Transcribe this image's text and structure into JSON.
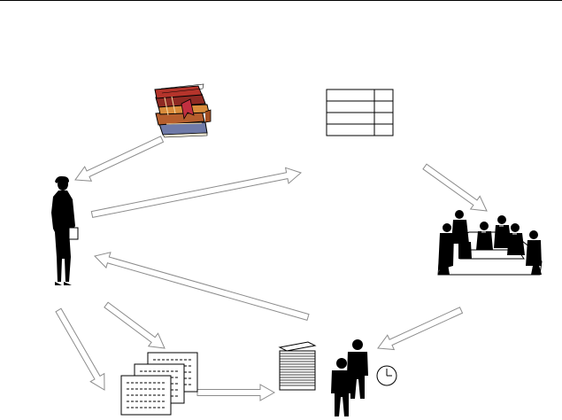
{
  "diagram": {
    "nodes": [
      {
        "id": "books",
        "icon": "books-stack-icon"
      },
      {
        "id": "table",
        "icon": "grid-table-icon",
        "rows": 4,
        "cols": 2
      },
      {
        "id": "meeting",
        "icon": "meeting-group-icon"
      },
      {
        "id": "woman",
        "icon": "standing-woman-icon"
      },
      {
        "id": "forms",
        "icon": "form-documents-icon"
      },
      {
        "id": "papers-people",
        "icon": "papers-and-people-icon"
      },
      {
        "id": "clock",
        "icon": "clock-icon"
      }
    ],
    "edges": [
      {
        "from": "books",
        "to": "woman"
      },
      {
        "from": "woman",
        "to": "table"
      },
      {
        "from": "table",
        "to": "meeting"
      },
      {
        "from": "papers-people",
        "to": "woman"
      },
      {
        "from": "meeting",
        "to": "papers-people"
      },
      {
        "from": "woman",
        "to": "forms"
      },
      {
        "from": "woman",
        "to": "forms"
      },
      {
        "from": "forms",
        "to": "papers-people"
      }
    ]
  }
}
